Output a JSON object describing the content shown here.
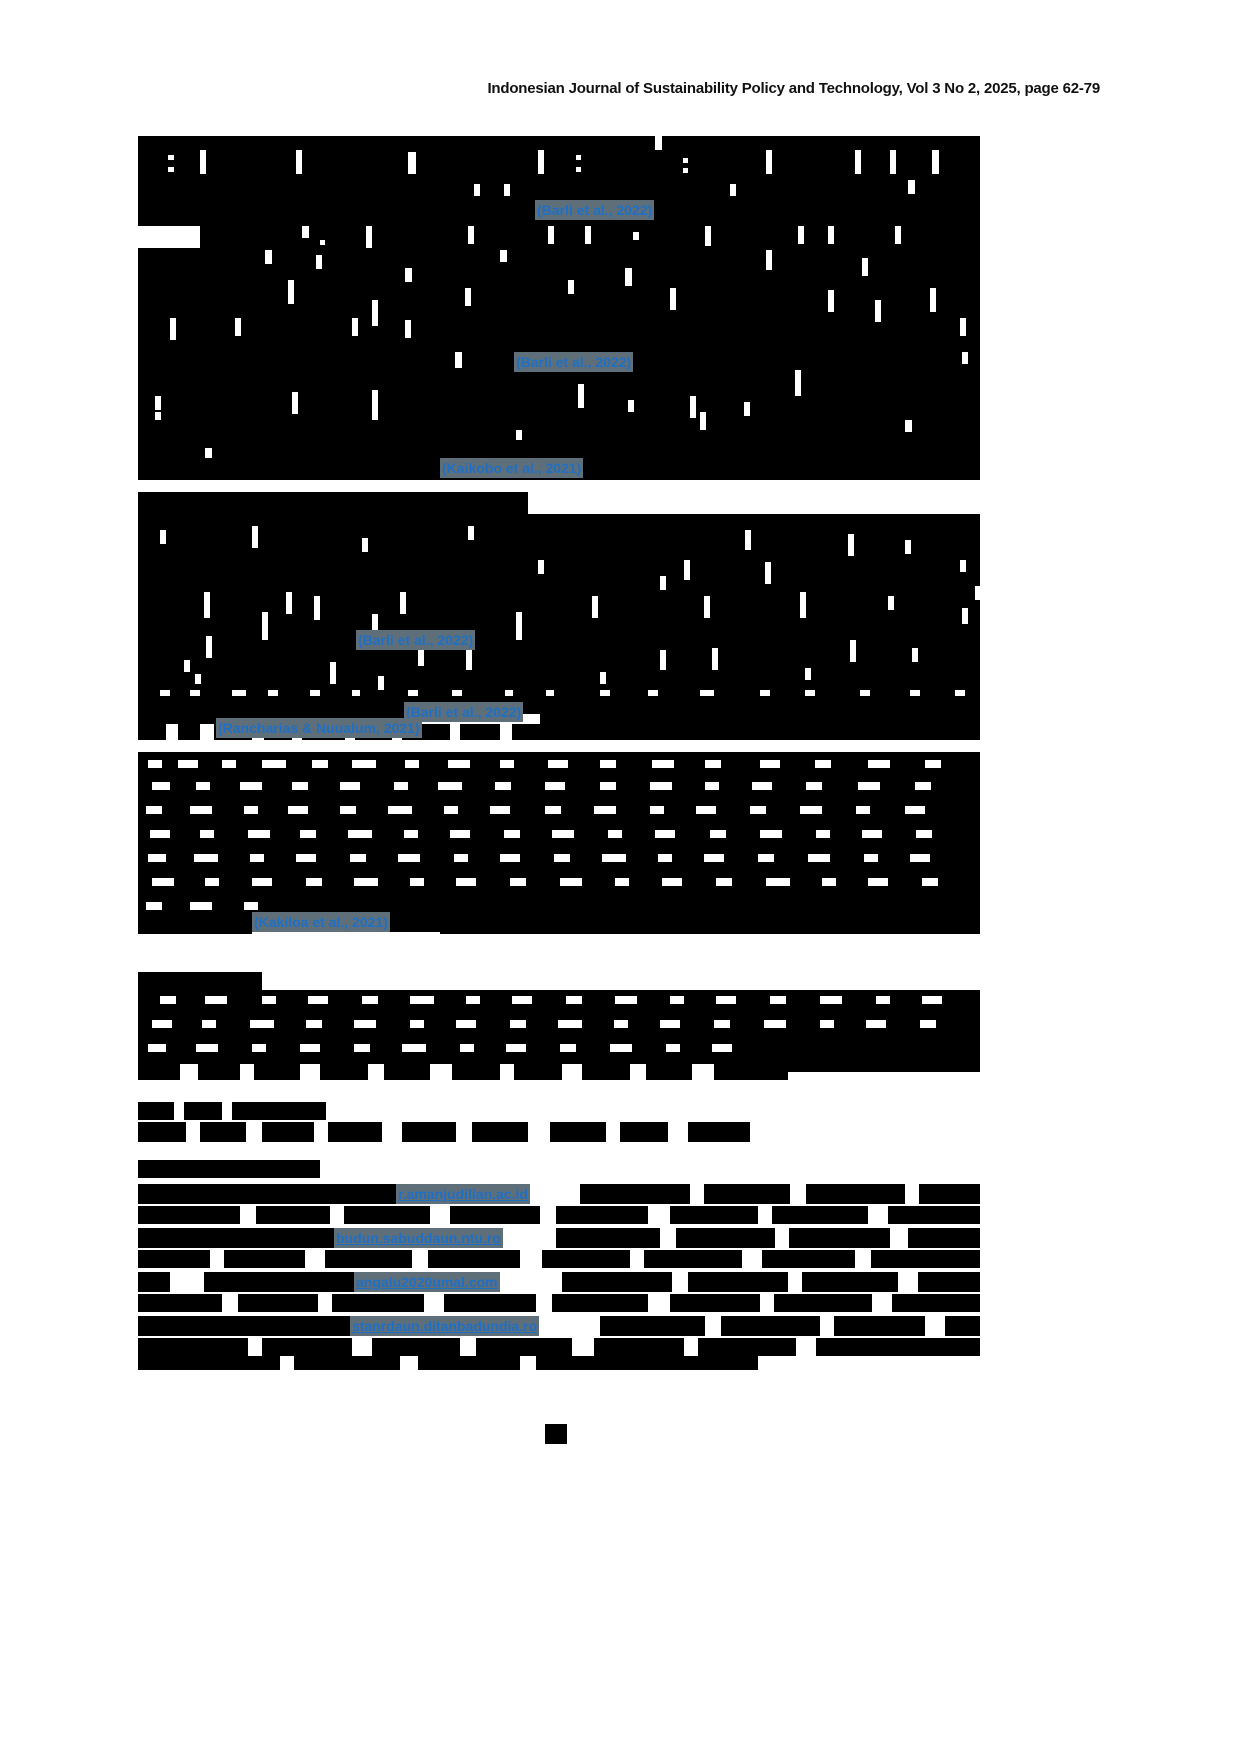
{
  "document": {
    "running_header": "Indonesian Journal of Sustainability Policy and Technology, Vol 3 No 2, 2025, page 62-79",
    "journal_name": "Indonesian Journal of Sustainability Policy and Technology",
    "volume": "Vol 3",
    "issue": "No 2",
    "year": "2025",
    "page_range": "page 62-79"
  },
  "colors": {
    "redaction": "#000000",
    "link_text": "#1f6fc4",
    "link_highlight": "#5f6f7a",
    "page_background": "#ffffff",
    "header_text": "#111111"
  },
  "citations": [
    {
      "id": "cite-1",
      "label": "(Barli et al., 2022)"
    },
    {
      "id": "cite-2",
      "label": "(Barli et al., 2022)"
    },
    {
      "id": "cite-3",
      "label": "(Kaikobo et al., 2021)"
    },
    {
      "id": "cite-4",
      "label": "(Barli et al., 2022)"
    },
    {
      "id": "cite-5",
      "label": "(Barli et al., 2022)"
    },
    {
      "id": "cite-6",
      "label": "(Rancharias & Nuualum, 2021)"
    },
    {
      "id": "cite-7",
      "label": "(Kakiloa et al., 2021)"
    }
  ],
  "weblinks": [
    {
      "id": "link-1",
      "label": "r.amanjudilian.ac.id"
    },
    {
      "id": "link-2",
      "label": "budun.sabuddaun.ntu.ro"
    },
    {
      "id": "link-3",
      "label": "angalu2020umal.com"
    },
    {
      "id": "link-4",
      "label": "stanrdaun.ditanbadundia.ro"
    }
  ],
  "footer": {
    "page_number_redacted": true
  }
}
